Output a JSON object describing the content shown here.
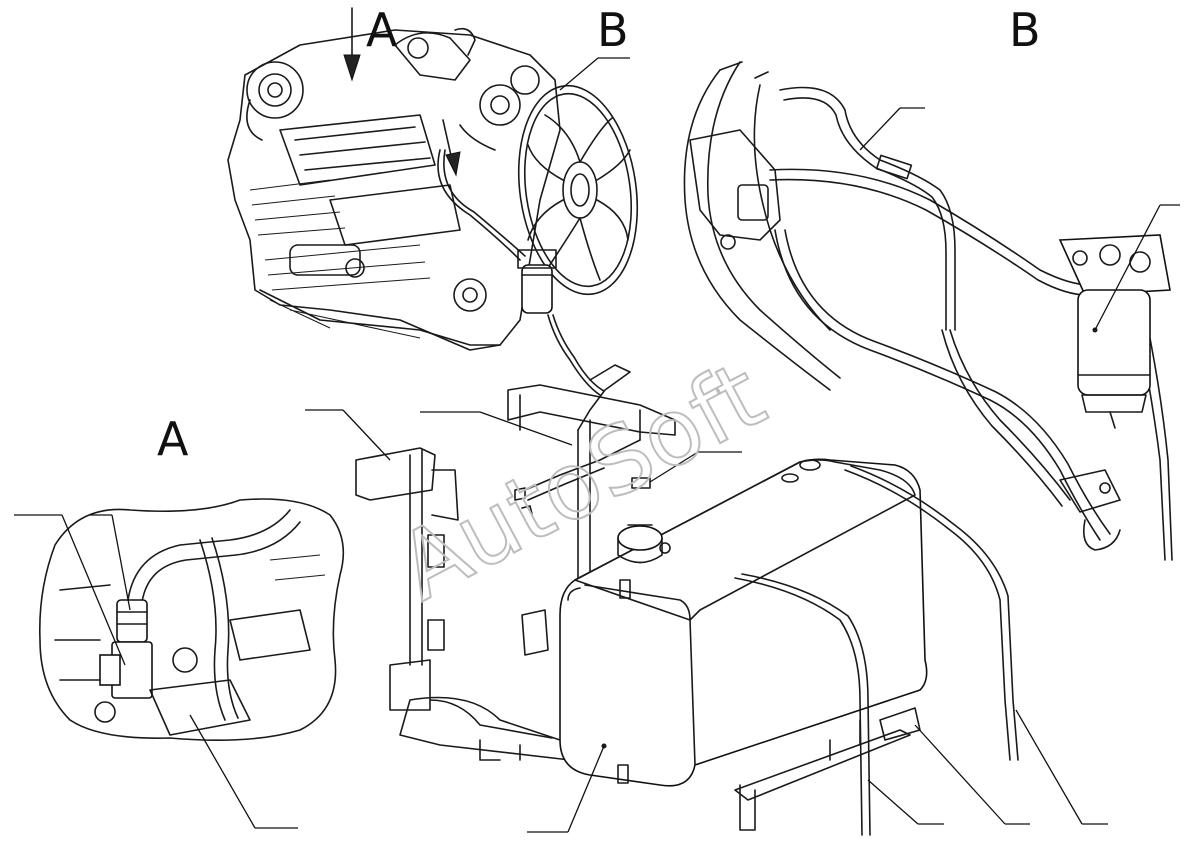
{
  "labels": {
    "view_a_engine": "A",
    "view_b_engine": "B",
    "view_b_detail": "B",
    "view_a_detail": "A"
  },
  "watermark": {
    "text": "AutoSoft",
    "color": "#bdbdbd"
  },
  "colors": {
    "line": "#1a1a1a",
    "background": "#ffffff"
  }
}
